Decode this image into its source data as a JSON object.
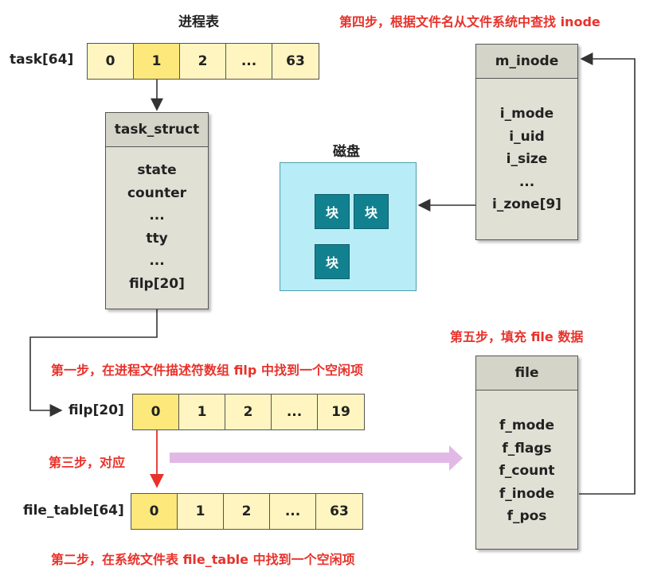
{
  "process_table": {
    "title": "进程表",
    "array_label": "task[64]",
    "cells": [
      "0",
      "1",
      "2",
      "...",
      "63"
    ]
  },
  "task_struct": {
    "header": "task_struct",
    "fields": [
      "state",
      "counter",
      "...",
      "tty",
      "...",
      "filp[20]"
    ]
  },
  "filp": {
    "label": "filp[20]",
    "cells": [
      "0",
      "1",
      "2",
      "...",
      "19"
    ]
  },
  "file_table": {
    "label": "file_table[64]",
    "cells": [
      "0",
      "1",
      "2",
      "...",
      "63"
    ]
  },
  "disk": {
    "title": "磁盘",
    "block_label": "块"
  },
  "m_inode": {
    "header": "m_inode",
    "fields": [
      "i_mode",
      "i_uid",
      "i_size",
      "...",
      "i_zone[9]"
    ]
  },
  "file_struct": {
    "header": "file",
    "fields": [
      "f_mode",
      "f_flags",
      "f_count",
      "f_inode",
      "f_pos"
    ]
  },
  "steps": {
    "step1": "第一步，在进程文件描述符数组 filp 中找到一个空闲项",
    "step2": "第二步，在系统文件表 file_table 中找到一个空闲项",
    "step3": "第三步，对应",
    "step4": "第四步，根据文件名从文件系统中查找 inode",
    "step5": "第五步，填充 file 数据"
  },
  "colors": {
    "cell_fill": "#fff5c1",
    "cell_highlight": "#fde87b",
    "struct_fill": "#e0e0d5",
    "disk_fill": "#b8ecf6",
    "block_fill": "#12818f",
    "step_text": "#e8322b",
    "mapping_arrow": "#e2b8e6"
  }
}
